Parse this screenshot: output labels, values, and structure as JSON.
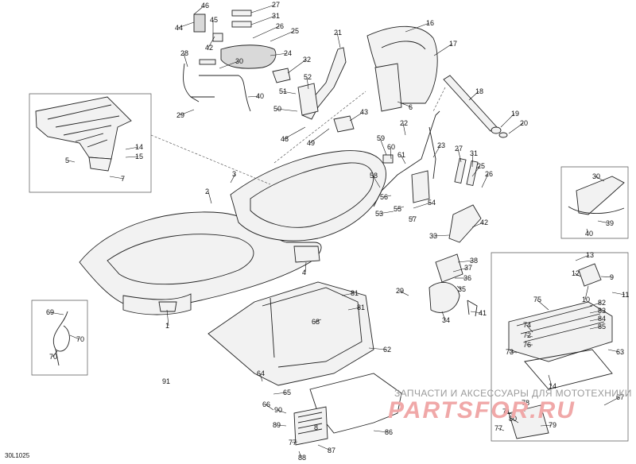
{
  "diagram": {
    "code": "30L1025",
    "watermark": {
      "text": "ЗАПЧАСТИ И АКСЕССУАРЫ ДЛЯ МОТОТЕХНИКИ",
      "logo": "PARTSFOR.RU"
    },
    "callouts": [
      "1",
      "2",
      "3",
      "4",
      "5",
      "6",
      "7",
      "8",
      "9",
      "10",
      "11",
      "12",
      "13",
      "14",
      "15",
      "16",
      "17",
      "18",
      "19",
      "20",
      "21",
      "22",
      "23",
      "24",
      "25",
      "26",
      "27",
      "28",
      "29",
      "30",
      "31",
      "32",
      "33",
      "34",
      "35",
      "36",
      "37",
      "38",
      "39",
      "40",
      "41",
      "42",
      "43",
      "44",
      "45",
      "46",
      "48",
      "49",
      "50",
      "51",
      "52",
      "53",
      "54",
      "55",
      "56",
      "57",
      "58",
      "59",
      "60",
      "61",
      "62",
      "63",
      "64",
      "65",
      "66",
      "67",
      "68",
      "69",
      "70",
      "71",
      "72",
      "73",
      "74",
      "75",
      "76",
      "77",
      "78",
      "79",
      "80",
      "81",
      "82",
      "83",
      "84",
      "85",
      "86",
      "87",
      "88",
      "89",
      "90",
      "91"
    ],
    "labels": [
      {
        "n": "46"
      },
      {
        "n": "45"
      },
      {
        "n": "44"
      },
      {
        "n": "42"
      },
      {
        "n": "27"
      },
      {
        "n": "31"
      },
      {
        "n": "26"
      },
      {
        "n": "25"
      },
      {
        "n": "24"
      },
      {
        "n": "28"
      },
      {
        "n": "30"
      },
      {
        "n": "32"
      },
      {
        "n": "40"
      },
      {
        "n": "29"
      },
      {
        "n": "52"
      },
      {
        "n": "51"
      },
      {
        "n": "50"
      },
      {
        "n": "48"
      },
      {
        "n": "49"
      },
      {
        "n": "43"
      },
      {
        "n": "21"
      },
      {
        "n": "16"
      },
      {
        "n": "17"
      },
      {
        "n": "6"
      },
      {
        "n": "18"
      },
      {
        "n": "19"
      },
      {
        "n": "20"
      },
      {
        "n": "14"
      },
      {
        "n": "15"
      },
      {
        "n": "5"
      },
      {
        "n": "7"
      },
      {
        "n": "3"
      },
      {
        "n": "2"
      },
      {
        "n": "1"
      },
      {
        "n": "4"
      },
      {
        "n": "22"
      },
      {
        "n": "59"
      },
      {
        "n": "60"
      },
      {
        "n": "61"
      },
      {
        "n": "23"
      },
      {
        "n": "58"
      },
      {
        "n": "56"
      },
      {
        "n": "55"
      },
      {
        "n": "54"
      },
      {
        "n": "53"
      },
      {
        "n": "57"
      },
      {
        "n": "27"
      },
      {
        "n": "31"
      },
      {
        "n": "25"
      },
      {
        "n": "26"
      },
      {
        "n": "42"
      },
      {
        "n": "33"
      },
      {
        "n": "38"
      },
      {
        "n": "37"
      },
      {
        "n": "36"
      },
      {
        "n": "35"
      },
      {
        "n": "29"
      },
      {
        "n": "34"
      },
      {
        "n": "41"
      },
      {
        "n": "30"
      },
      {
        "n": "39"
      },
      {
        "n": "40"
      },
      {
        "n": "13"
      },
      {
        "n": "12"
      },
      {
        "n": "9"
      },
      {
        "n": "11"
      },
      {
        "n": "10"
      },
      {
        "n": "75"
      },
      {
        "n": "82"
      },
      {
        "n": "83"
      },
      {
        "n": "84"
      },
      {
        "n": "85"
      },
      {
        "n": "74"
      },
      {
        "n": "72"
      },
      {
        "n": "76"
      },
      {
        "n": "73"
      },
      {
        "n": "63"
      },
      {
        "n": "14"
      },
      {
        "n": "67"
      },
      {
        "n": "71"
      },
      {
        "n": "80"
      },
      {
        "n": "78"
      },
      {
        "n": "77"
      },
      {
        "n": "79"
      },
      {
        "n": "69"
      },
      {
        "n": "70"
      },
      {
        "n": "70"
      },
      {
        "n": "81"
      },
      {
        "n": "81"
      },
      {
        "n": "68"
      },
      {
        "n": "62"
      },
      {
        "n": "64"
      },
      {
        "n": "65"
      },
      {
        "n": "66"
      },
      {
        "n": "90"
      },
      {
        "n": "89"
      },
      {
        "n": "86"
      },
      {
        "n": "77"
      },
      {
        "n": "87"
      },
      {
        "n": "88"
      },
      {
        "n": "91"
      },
      {
        "n": "8"
      }
    ]
  },
  "colors": {
    "line": "#222222",
    "fill": "#f2f2f2",
    "watermark_logo": "#f0a8a8",
    "watermark_text": "#9a9a9a"
  }
}
